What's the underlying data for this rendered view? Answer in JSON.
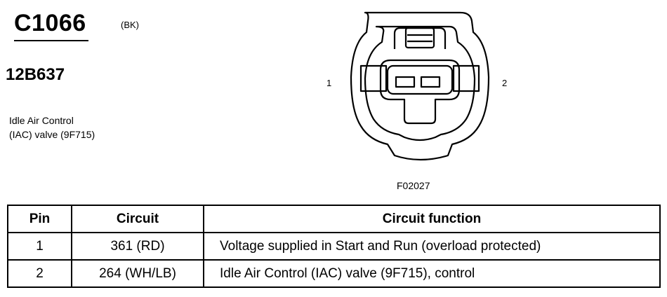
{
  "connector": {
    "id": "C1066",
    "color": "(BK)",
    "part_number": "12B637",
    "description_line1": "Idle Air Control",
    "description_line2": "(IAC) valve (9F715)"
  },
  "diagram": {
    "pin_left": "1",
    "pin_right": "2",
    "figure_code": "F02027"
  },
  "table": {
    "headers": [
      "Pin",
      "Circuit",
      "Circuit function"
    ],
    "rows": [
      [
        "1",
        "361 (RD)",
        "Voltage supplied in Start and Run (overload protected)"
      ],
      [
        "2",
        "264 (WH/LB)",
        "Idle Air Control (IAC) valve (9F715), control"
      ]
    ]
  }
}
